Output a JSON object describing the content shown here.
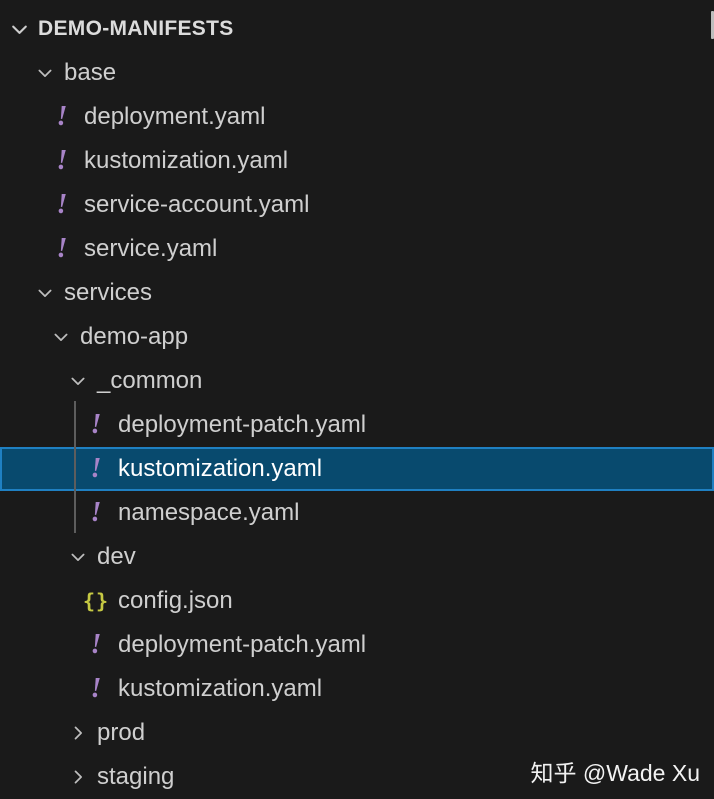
{
  "explorer": {
    "root": {
      "label": "DEMO-MANIFESTS",
      "state": "expanded"
    },
    "items": [
      {
        "label": "base",
        "type": "folder",
        "level": 1,
        "state": "expanded"
      },
      {
        "label": "deployment.yaml",
        "type": "file",
        "icon": "yaml-icon",
        "level": 2
      },
      {
        "label": "kustomization.yaml",
        "type": "file",
        "icon": "yaml-icon",
        "level": 2
      },
      {
        "label": "service-account.yaml",
        "type": "file",
        "icon": "yaml-icon",
        "level": 2
      },
      {
        "label": "service.yaml",
        "type": "file",
        "icon": "yaml-icon",
        "level": 2
      },
      {
        "label": "services",
        "type": "folder",
        "level": 1,
        "state": "expanded"
      },
      {
        "label": "demo-app",
        "type": "folder",
        "level": 2,
        "state": "expanded"
      },
      {
        "label": "_common",
        "type": "folder",
        "level": 3,
        "state": "expanded"
      },
      {
        "label": "deployment-patch.yaml",
        "type": "file",
        "icon": "yaml-icon",
        "level": 4
      },
      {
        "label": "kustomization.yaml",
        "type": "file",
        "icon": "yaml-icon",
        "level": 4,
        "selected": true
      },
      {
        "label": "namespace.yaml",
        "type": "file",
        "icon": "yaml-icon",
        "level": 4
      },
      {
        "label": "dev",
        "type": "folder",
        "level": 3,
        "state": "expanded"
      },
      {
        "label": "config.json",
        "type": "file",
        "icon": "json-braces-icon",
        "level": 4
      },
      {
        "label": "deployment-patch.yaml",
        "type": "file",
        "icon": "yaml-icon",
        "level": 4
      },
      {
        "label": "kustomization.yaml",
        "type": "file",
        "icon": "yaml-icon",
        "level": 4
      },
      {
        "label": "prod",
        "type": "folder",
        "level": 3,
        "state": "collapsed"
      },
      {
        "label": "staging",
        "type": "folder",
        "level": 3,
        "state": "collapsed"
      }
    ],
    "colors": {
      "background": "#1a1a1a",
      "item_text": "#cfcfcf",
      "header_text": "#dcdcdc",
      "selection_background": "#084a6e",
      "selection_border": "#1f80c2",
      "selected_text": "#ffffff",
      "yaml_icon": "#a884c8",
      "json_icon": "#c6c943",
      "indent_guide": "#5d5d5d"
    },
    "watermark": "知乎 @Wade Xu"
  }
}
